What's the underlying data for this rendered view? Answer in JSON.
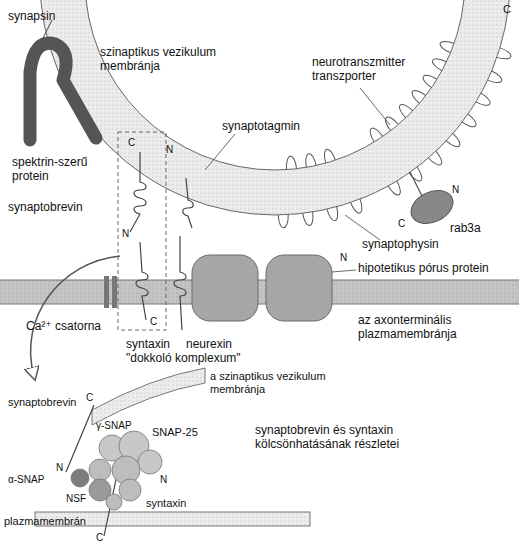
{
  "diagram": {
    "labels": [
      "synapsin",
      "szinaptikus vezikulum membránja",
      "neurotranszmitter transzporter",
      "C",
      "spektrin-szerű protein",
      "synaptobrevin",
      "C",
      "N",
      "synaptotagmin",
      "N",
      "N",
      "C",
      "rab3a",
      "synaptophysin",
      "N",
      "hipotetikus pórus protein",
      "Ca²⁺ csatorna",
      "C",
      "syntaxin",
      "neurexin",
      "\"dokkoló komplexum\"",
      "az axonterminális plazmamembránja",
      "a szinaptikus vezikulum membránja",
      "synaptobrevin",
      "C",
      "γ-SNAP",
      "SNAP-25",
      "synaptobrevin és syntaxin kölcsönhatásának részletei",
      "N",
      "α-SNAP",
      "N",
      "NSF",
      "syntaxin",
      "plazmamembrán",
      "C"
    ]
  }
}
